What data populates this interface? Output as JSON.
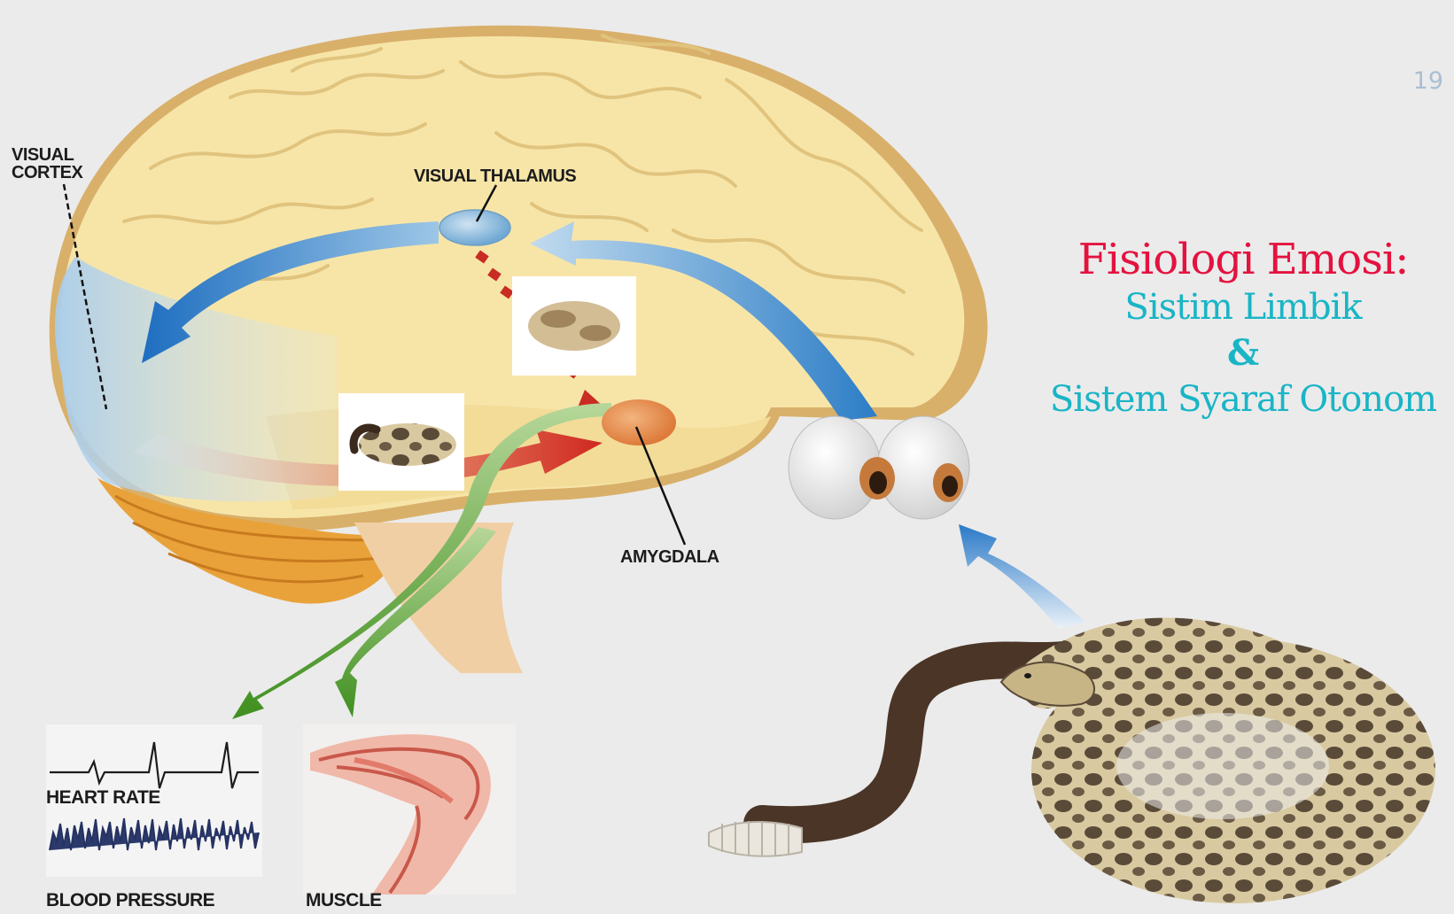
{
  "page_number": "19",
  "title": {
    "main": "Fisiologi Emosi:",
    "line1": "Sistim Limbik",
    "amp": "&",
    "line2": "Sistem Syaraf Otonom"
  },
  "labels": {
    "visual_cortex_1": "VISUAL",
    "visual_cortex_2": "CORTEX",
    "visual_thalamus": "VISUAL THALAMUS",
    "amygdala": "AMYGDALA",
    "heart_rate": "HEART RATE",
    "blood_pressure": "BLOOD PRESSURE",
    "muscle": "MUSCLE"
  },
  "colors": {
    "title_main": "#e4123f",
    "title_sub": "#19b5c6",
    "brain": "#f7e5a8",
    "blue_pathway": "#2c7dc6",
    "red_pathway": "#d6342a",
    "green_pathway": "#4e9e22"
  }
}
